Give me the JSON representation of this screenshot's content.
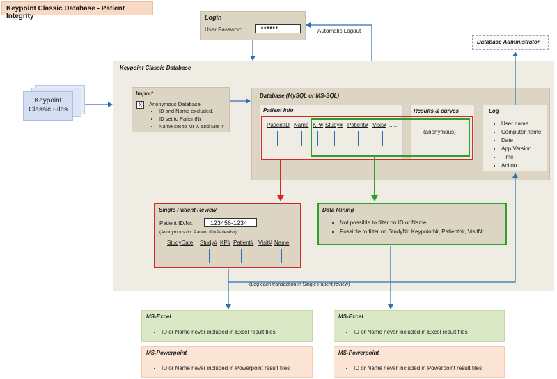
{
  "title": "Keypoint Classic Database - Patient Integrity",
  "login": {
    "title": "Login",
    "label": "User Password",
    "password": "******",
    "auto_logout": "Automatic Logout"
  },
  "db_admin": "Database Administrator",
  "keypoint_files": "Keypoint Classic Files",
  "kcd_title": "Keypoint Classic Database",
  "import": {
    "title": "Import",
    "checkbox": "X",
    "heading": "Anonymous Database",
    "items": [
      "ID and Name excluded.",
      "ID set to PatientNr",
      "Name set to Mr X and Mrs Y"
    ]
  },
  "database": {
    "title": "Database (MySQL or MS-SQL)",
    "patient_info": {
      "title": "Patient Info",
      "columns": [
        "PatientID",
        "Name",
        "KP#",
        "Study#",
        "Patient#",
        "Visit#",
        "....."
      ]
    },
    "results": {
      "title": "Results & curves",
      "note": "(anonymous)"
    },
    "log": {
      "title": "Log",
      "items": [
        "User name",
        "Computer name",
        "Date",
        "App Version",
        "Time",
        "Action"
      ]
    }
  },
  "single_review": {
    "title": "Single Patient Review",
    "label": "Patient ID/Nr:",
    "value": "123456-1234",
    "note": "(Anonymous db: Patient ID=PatientNr)",
    "columns": [
      "StudyDate",
      "Study#",
      "KP#",
      "Patient#",
      "Visit#",
      "Name"
    ]
  },
  "data_mining": {
    "title": "Data Mining",
    "items": [
      "Not possible to filter on ID or Name",
      "Possible to filter on StudyNr, KeypointNr, PatientNr, VisitNr"
    ]
  },
  "log_note": "(Log each transaction in Single Patient review)",
  "excel_left": {
    "title": "MS-Excel",
    "item": "ID or Name never included in Excel result files"
  },
  "excel_right": {
    "title": "MS-Excel",
    "item": "ID or Name never included in Excel result files"
  },
  "ppt_left": {
    "title": "MS-Powerpoint",
    "item": "ID or Name never included in Powerpoint result files"
  },
  "ppt_right": {
    "title": "MS-Powerpoint",
    "item": "ID or Name never included in Powerpoint result files"
  },
  "colors": {
    "red": "#d62728",
    "green": "#2ca02c",
    "blue_line": "#2f6fb0",
    "tan": "#ddd5c4",
    "outer": "#efece3"
  }
}
